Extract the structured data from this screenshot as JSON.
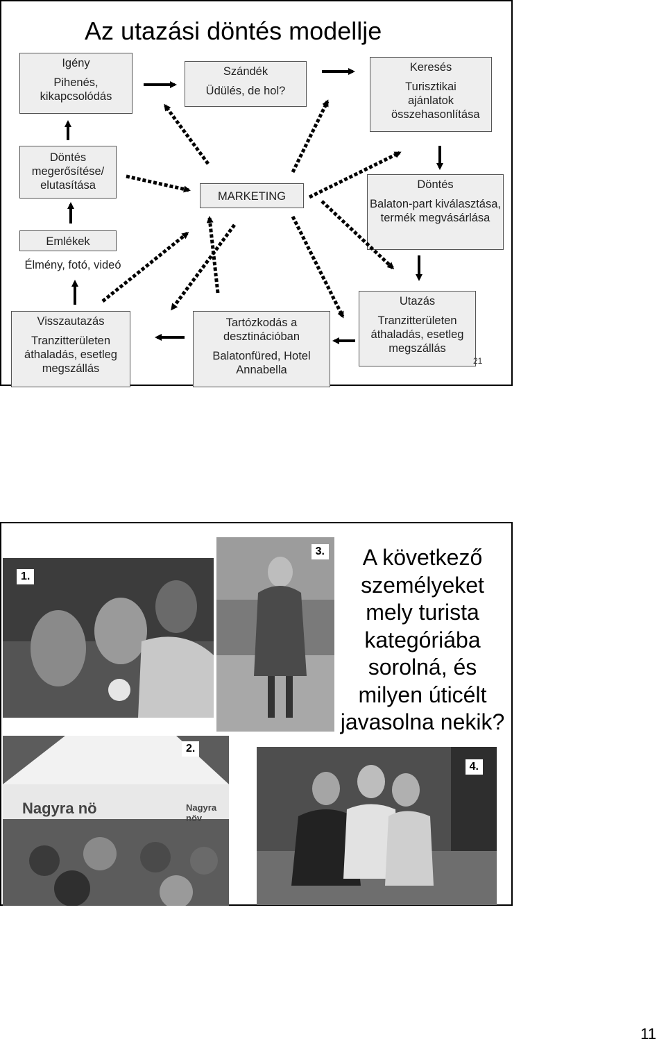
{
  "slide1": {
    "title": "Az utazási döntés modellje",
    "page_number": "21",
    "igeny": {
      "head": "Igény",
      "body": "Pihenés, kikapcsolódás"
    },
    "szandek": {
      "head": "Szándék",
      "body": "Üdülés, de hol?"
    },
    "kereses": {
      "head": "Keresés",
      "body": "Turisztikai ajánlatok összehasonlítása"
    },
    "megerosites": {
      "head": "Döntés megerősítése/ elutasítása"
    },
    "marketing": {
      "head": "MARKETING"
    },
    "dontes": {
      "head": "Döntés",
      "body": "Balaton-part kiválasztása, termék megvásárlása"
    },
    "emlekek": {
      "head": "Emlékek",
      "body": "Élmény, fotó, videó"
    },
    "visszautazas": {
      "head": "Visszautazás",
      "body": "Tranzitterületen áthaladás, esetleg megszállás"
    },
    "tartozkodas": {
      "head": "Tartózkodás a desztinációban",
      "body": "Balatonfüred, Hotel Annabella"
    },
    "utazas": {
      "head": "Utazás",
      "body": "Tranzitterületen áthaladás, esetleg megszállás"
    }
  },
  "slide2": {
    "labels": [
      "1.",
      "2.",
      "3.",
      "4."
    ],
    "photo2_banner": "Nagyra nö",
    "photo2_banner_right": "Nagyra növ",
    "question": "A következő személyeket mely turista kategóriába sorolná, és milyen úticélt javasolna nekik?"
  },
  "page_footer": "11"
}
